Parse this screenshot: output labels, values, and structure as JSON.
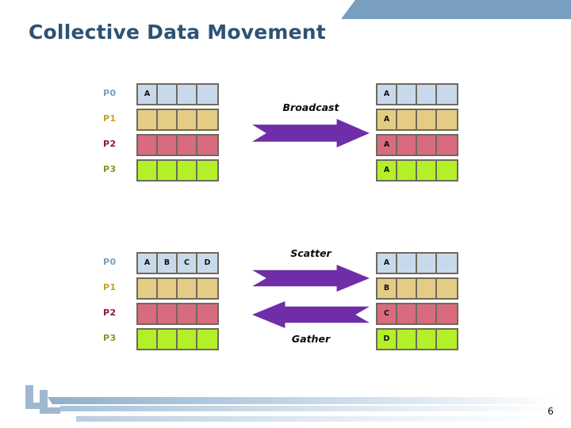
{
  "slide": {
    "title": "Collective Data Movement",
    "page_number": "6",
    "accent_color": "#789ec0",
    "title_color": "#2d5274",
    "arrow_color": "#6f2da8",
    "cell_border_color": "#6e6a5c"
  },
  "process_colors": {
    "p0": "#c9d9ec",
    "p1": "#e5cc85",
    "p2": "#d96b7e",
    "p3": "#b3f02a"
  },
  "label_colors": {
    "p0": "#7a9ec0",
    "p1": "#c5a028",
    "p2": "#8b1a35",
    "p3": "#7a9a20"
  },
  "diagrams": [
    {
      "name": "broadcast",
      "arrows": [
        {
          "name": "broadcast-arrow",
          "label": "Broadcast",
          "direction": "right",
          "label_position": "above"
        }
      ],
      "left_group": {
        "name": "broadcast-source",
        "rows": [
          {
            "label": "P0",
            "color_key": "p0",
            "cells": [
              "A",
              "",
              "",
              ""
            ]
          },
          {
            "label": "P1",
            "color_key": "p1",
            "cells": [
              "",
              "",
              "",
              ""
            ]
          },
          {
            "label": "P2",
            "color_key": "p2",
            "cells": [
              "",
              "",
              "",
              ""
            ]
          },
          {
            "label": "P3",
            "color_key": "p3",
            "cells": [
              "",
              "",
              "",
              ""
            ]
          }
        ]
      },
      "right_group": {
        "name": "broadcast-result",
        "rows": [
          {
            "label": "",
            "color_key": "p0",
            "cells": [
              "A",
              "",
              "",
              ""
            ]
          },
          {
            "label": "",
            "color_key": "p1",
            "cells": [
              "A",
              "",
              "",
              ""
            ]
          },
          {
            "label": "",
            "color_key": "p2",
            "cells": [
              "A",
              "",
              "",
              ""
            ]
          },
          {
            "label": "",
            "color_key": "p3",
            "cells": [
              "A",
              "",
              "",
              ""
            ]
          }
        ]
      }
    },
    {
      "name": "scatter-gather",
      "arrows": [
        {
          "name": "scatter-arrow",
          "label": "Scatter",
          "direction": "right",
          "label_position": "above"
        },
        {
          "name": "gather-arrow",
          "label": "Gather",
          "direction": "left",
          "label_position": "below"
        }
      ],
      "left_group": {
        "name": "scatter-source",
        "rows": [
          {
            "label": "P0",
            "color_key": "p0",
            "cells": [
              "A",
              "B",
              "C",
              "D"
            ]
          },
          {
            "label": "P1",
            "color_key": "p1",
            "cells": [
              "",
              "",
              "",
              ""
            ]
          },
          {
            "label": "P2",
            "color_key": "p2",
            "cells": [
              "",
              "",
              "",
              ""
            ]
          },
          {
            "label": "P3",
            "color_key": "p3",
            "cells": [
              "",
              "",
              "",
              ""
            ]
          }
        ]
      },
      "right_group": {
        "name": "scatter-result",
        "rows": [
          {
            "label": "",
            "color_key": "p0",
            "cells": [
              "A",
              "",
              "",
              ""
            ]
          },
          {
            "label": "",
            "color_key": "p1",
            "cells": [
              "B",
              "",
              "",
              ""
            ]
          },
          {
            "label": "",
            "color_key": "p2",
            "cells": [
              "C",
              "",
              "",
              ""
            ]
          },
          {
            "label": "",
            "color_key": "p3",
            "cells": [
              "D",
              "",
              "",
              ""
            ]
          }
        ]
      }
    }
  ]
}
